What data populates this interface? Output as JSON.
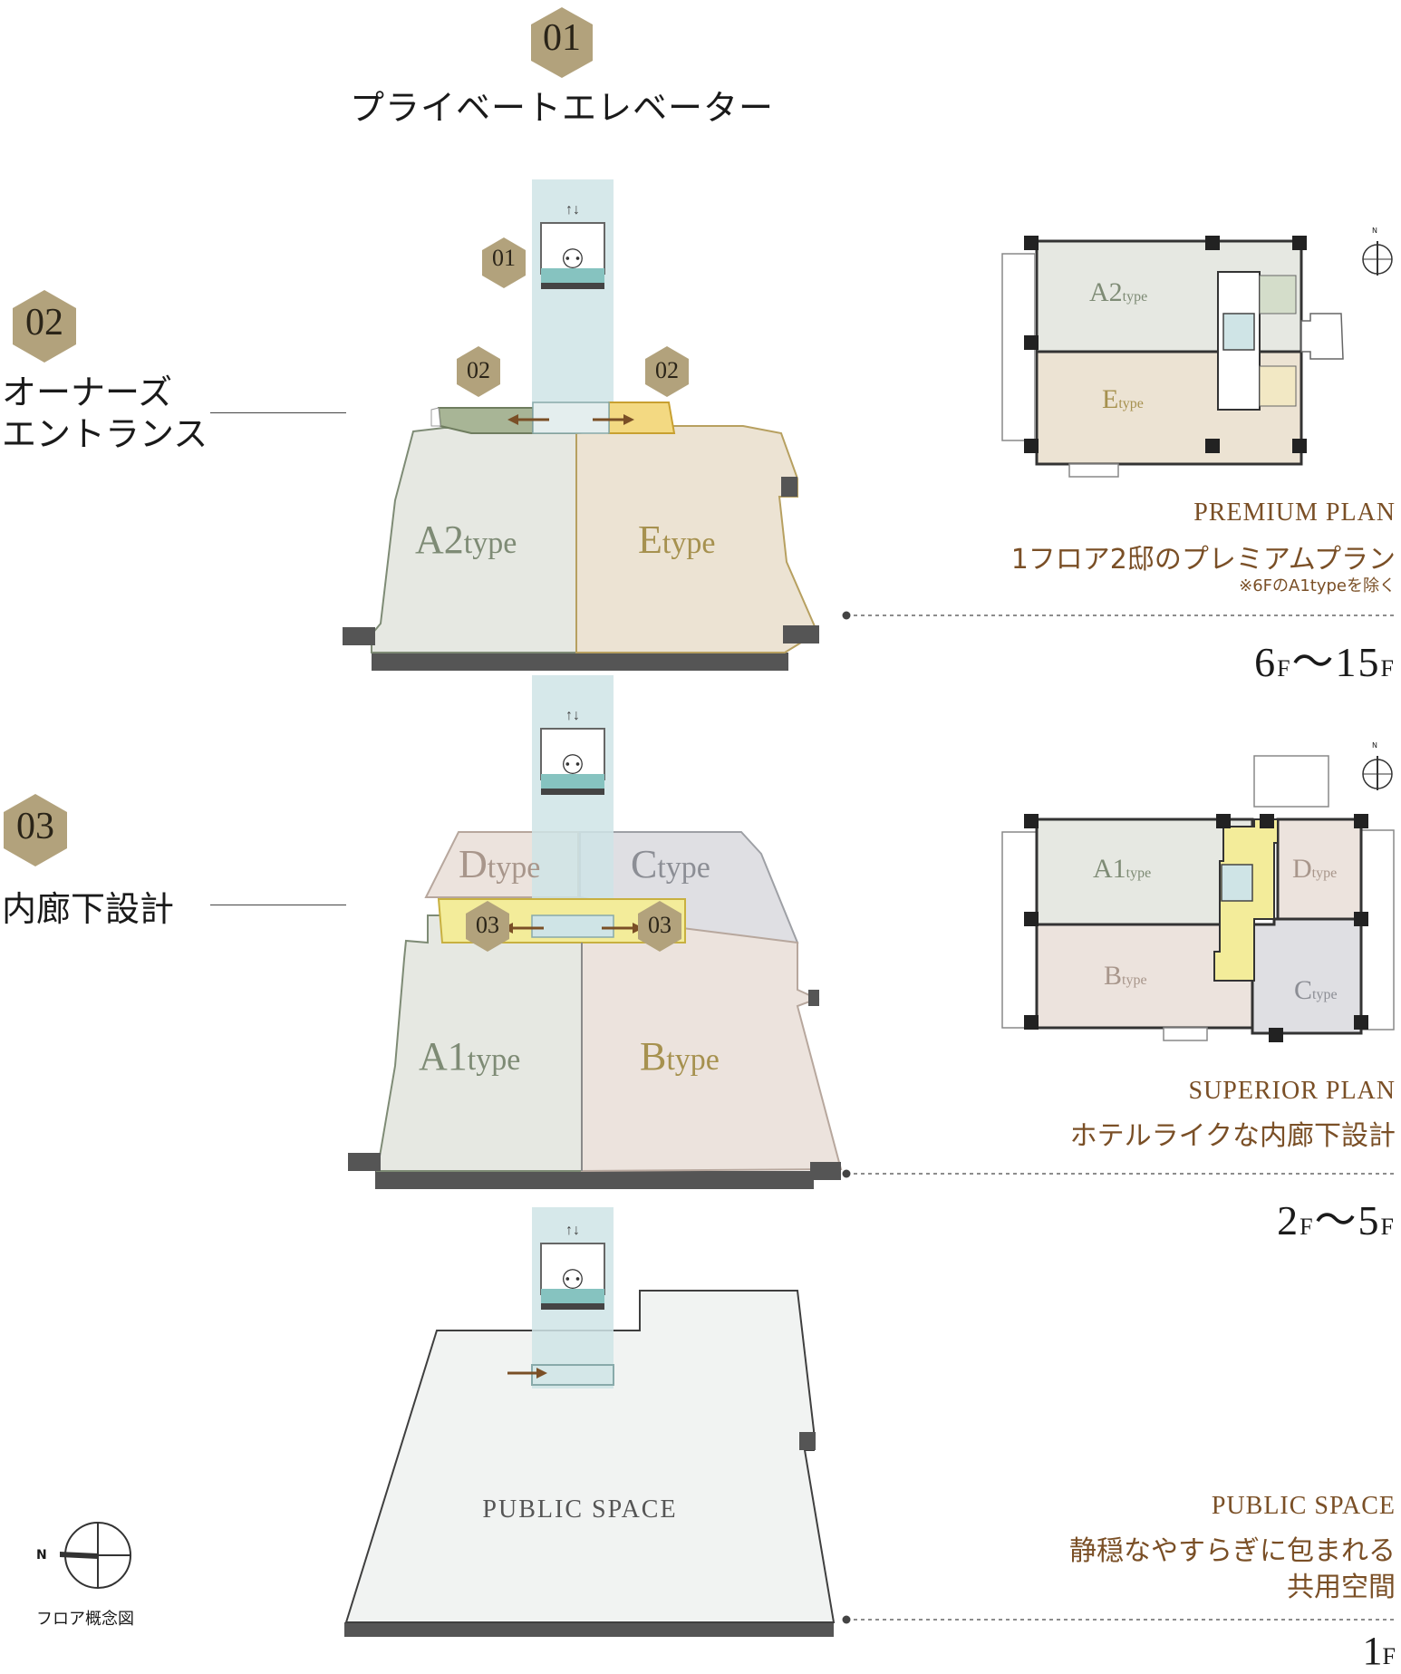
{
  "title": {
    "number": "01",
    "label": "プライベートエレベーター"
  },
  "features": [
    {
      "number": "02",
      "label_line1": "オーナーズ",
      "label_line2": "エントランス"
    },
    {
      "number": "03",
      "label_line1": "内廊下設計",
      "label_line2": ""
    }
  ],
  "diagram": {
    "elevator_badge": "01",
    "entrance_badge_left": "02",
    "entrance_badge_right": "02",
    "corridor_badge_left": "03",
    "corridor_badge_right": "03",
    "upper_floor": {
      "left_type_main": "A2",
      "left_type_sub": "type",
      "right_type_main": "E",
      "right_type_sub": "type"
    },
    "middle_floor": {
      "back_left_main": "D",
      "back_left_sub": "type",
      "back_right_main": "C",
      "back_right_sub": "type",
      "front_left_main": "A1",
      "front_left_sub": "type",
      "front_right_main": "B",
      "front_right_sub": "type"
    },
    "ground_floor": {
      "label": "PUBLIC SPACE"
    }
  },
  "plans": [
    {
      "name_en": "PREMIUM PLAN",
      "name_jp": "1フロア2邸のプレミアムプラン",
      "note": "※6FのA1typeを除く",
      "floor_from": "6",
      "floor_to": "15",
      "floor_unit": "F",
      "tilde": "〜",
      "units": [
        {
          "main": "A2",
          "sub": "type"
        },
        {
          "main": "E",
          "sub": "type"
        }
      ],
      "north": "N"
    },
    {
      "name_en": "SUPERIOR PLAN",
      "name_jp": "ホテルライクな内廊下設計",
      "note": "",
      "floor_from": "2",
      "floor_to": "5",
      "floor_unit": "F",
      "tilde": "〜",
      "units": [
        {
          "main": "A1",
          "sub": "type"
        },
        {
          "main": "D",
          "sub": "type"
        },
        {
          "main": "B",
          "sub": "type"
        },
        {
          "main": "C",
          "sub": "type"
        }
      ],
      "north": "N"
    },
    {
      "name_en": "PUBLIC SPACE",
      "name_jp_line1": "静穏なやすらぎに包まれる",
      "name_jp_line2": "共用空間",
      "floor": "1",
      "floor_unit": "F"
    }
  ],
  "compass": {
    "north": "N",
    "caption": "フロア概念図"
  },
  "colors": {
    "gold_hex": "#b2a27c",
    "green_unit": "#e6e8e2",
    "beige_unit": "#ece3d3",
    "grey_unit": "#dfdfe3",
    "pink_unit": "#ece3dd",
    "yellow_corridor": "#f3ec9a",
    "elevator_shaft": "#cfe4e6",
    "accent_brown": "#7a4f26",
    "slab_dark": "#555555"
  }
}
